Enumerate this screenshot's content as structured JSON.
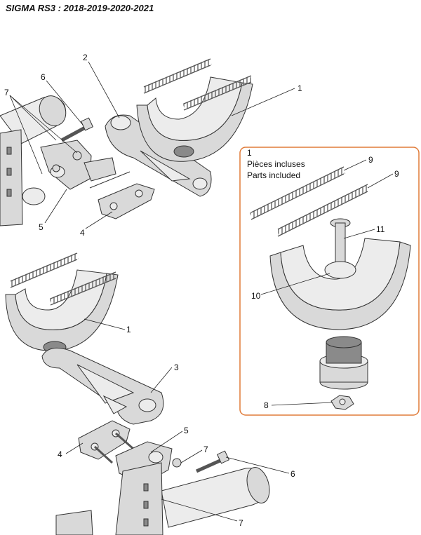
{
  "title": "SIGMA RS3 : 2018-2019-2020-2021",
  "callouts": {
    "c1a": "1",
    "c2": "2",
    "c6a": "6",
    "c7a": "7",
    "c5a": "5",
    "c4a": "4",
    "c1b": "1",
    "c3": "3",
    "c5b": "5",
    "c4b": "4",
    "c7b": "7",
    "c6b": "6",
    "c7c": "7",
    "c9a": "9",
    "c9b": "9",
    "c11": "11",
    "c10": "10",
    "c8": "8"
  },
  "inset": {
    "number": "1",
    "line1": "Pièces incluses",
    "line2": "Parts included",
    "border_color": "#e07b39"
  }
}
